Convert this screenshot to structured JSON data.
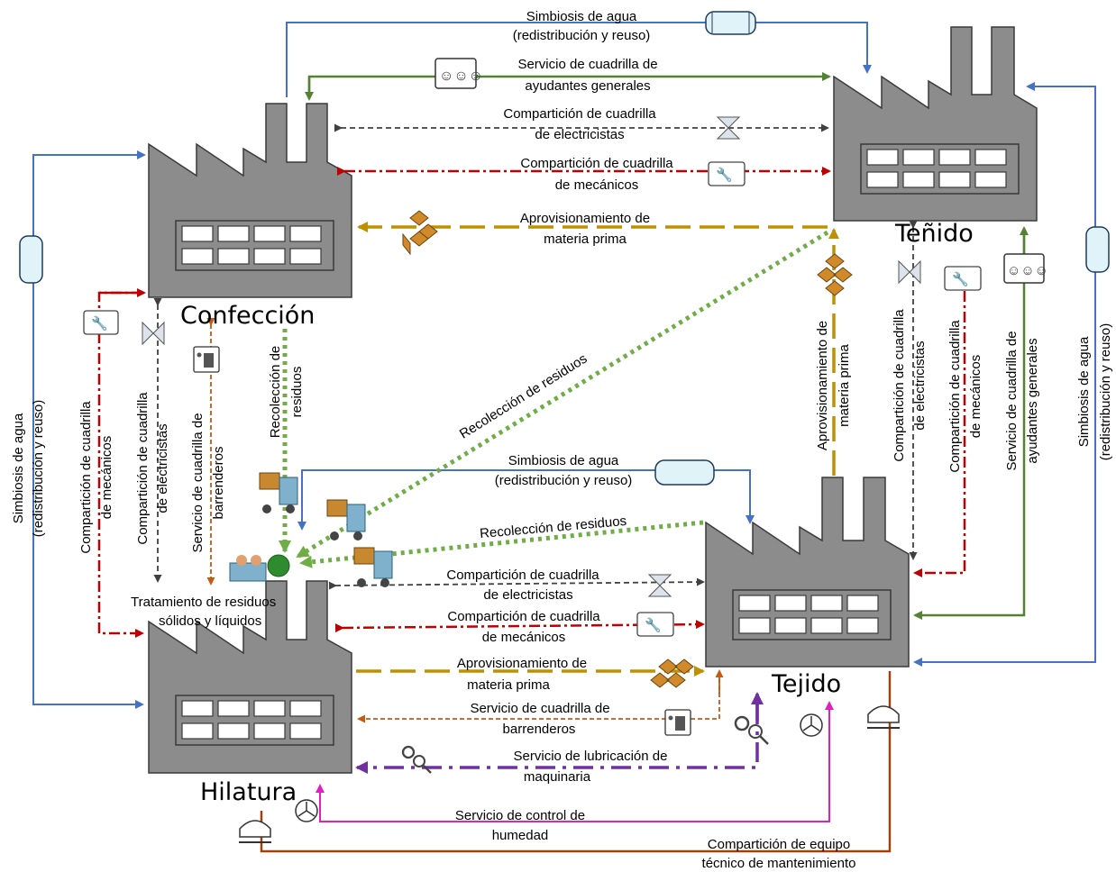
{
  "factories": {
    "confeccion": "Confección",
    "tenido": "Teñido",
    "tejido": "Tejido",
    "hilatura": "Hilatura"
  },
  "treatment": {
    "line1": "Tratamiento de residuos",
    "line2": "sólidos y líquidos"
  },
  "flows": {
    "water_top": [
      "Simbiosis de agua",
      "(redistribución y reuso)"
    ],
    "helpers_top": [
      "Servicio de cuadrilla  de",
      "ayudantes  generales"
    ],
    "electricians_top": [
      "Compartición de cuadrilla",
      "de electricistas"
    ],
    "mechanics_top": [
      "Compartición de cuadrilla",
      "de mecánicos"
    ],
    "raw_top": [
      "Aprovisionamiento de",
      "materia prima"
    ],
    "water_left": [
      "Simbiosis de agua",
      "(redistribución y reuso)"
    ],
    "mechanics_left": [
      "Compartición de cuadrilla",
      "de mecánicos"
    ],
    "electricians_left": [
      "Compartición de cuadrilla",
      "de electricistas"
    ],
    "sweepers_left": [
      "Servicio de cuadrilla de",
      "barrenderos"
    ],
    "waste_confeccion": [
      "Recolección de",
      "residuos"
    ],
    "waste_tenido": "Recolección de residuos",
    "water_middle": [
      "Simbiosis de agua",
      "(redistribución y reuso)"
    ],
    "waste_tejido": "Recolección de residuos",
    "raw_right": [
      "Aprovisionamiento de",
      "materia prima"
    ],
    "electricians_right": [
      "Compartición de cuadrilla",
      "de electricistas"
    ],
    "mechanics_right": [
      "Compartición de cuadrilla",
      "de mecánicos"
    ],
    "helpers_right": [
      "Servicio de cuadrilla de",
      "ayudantes generales"
    ],
    "water_right": [
      "Simbiosis de agua",
      "(redistribución y reuso)"
    ],
    "electricians_bottom": [
      "Compartición de cuadrilla",
      "de electricistas"
    ],
    "mechanics_bottom": [
      "Compartición de cuadrilla",
      "de mecánicos"
    ],
    "raw_bottom": [
      "Aprovisionamiento de",
      "materia prima"
    ],
    "sweepers_bottom": [
      "Servicio de cuadrilla  de",
      "barrenderos"
    ],
    "lubrication": [
      "Servicio de lubricación de",
      "maquinaria"
    ],
    "humidity": [
      "Servicio de control de",
      "humedad"
    ],
    "maintenance": [
      "Compartición de equipo",
      "técnico de mantenimiento"
    ]
  },
  "colors": {
    "water": "#4472c4",
    "helpers": "#548235",
    "electricians": "#404040",
    "mechanics": "#c00000",
    "raw": "#bf9000",
    "waste": "#70ad47",
    "sweepers": "#c55a11",
    "lubrication": "#7030a0",
    "humidity": "#e020c0",
    "maintenance": "#a0400a",
    "factory": "#8c8c8c"
  },
  "icons": [
    "water-tank-icon",
    "workers-group-icon",
    "valve-icon",
    "wrench-tool-icon",
    "crates-icon",
    "trash-bin-icon",
    "forklift-worker-icon",
    "gear-magnifier-icon",
    "fan-sensor-icon",
    "maintenance-equipment-icon"
  ]
}
